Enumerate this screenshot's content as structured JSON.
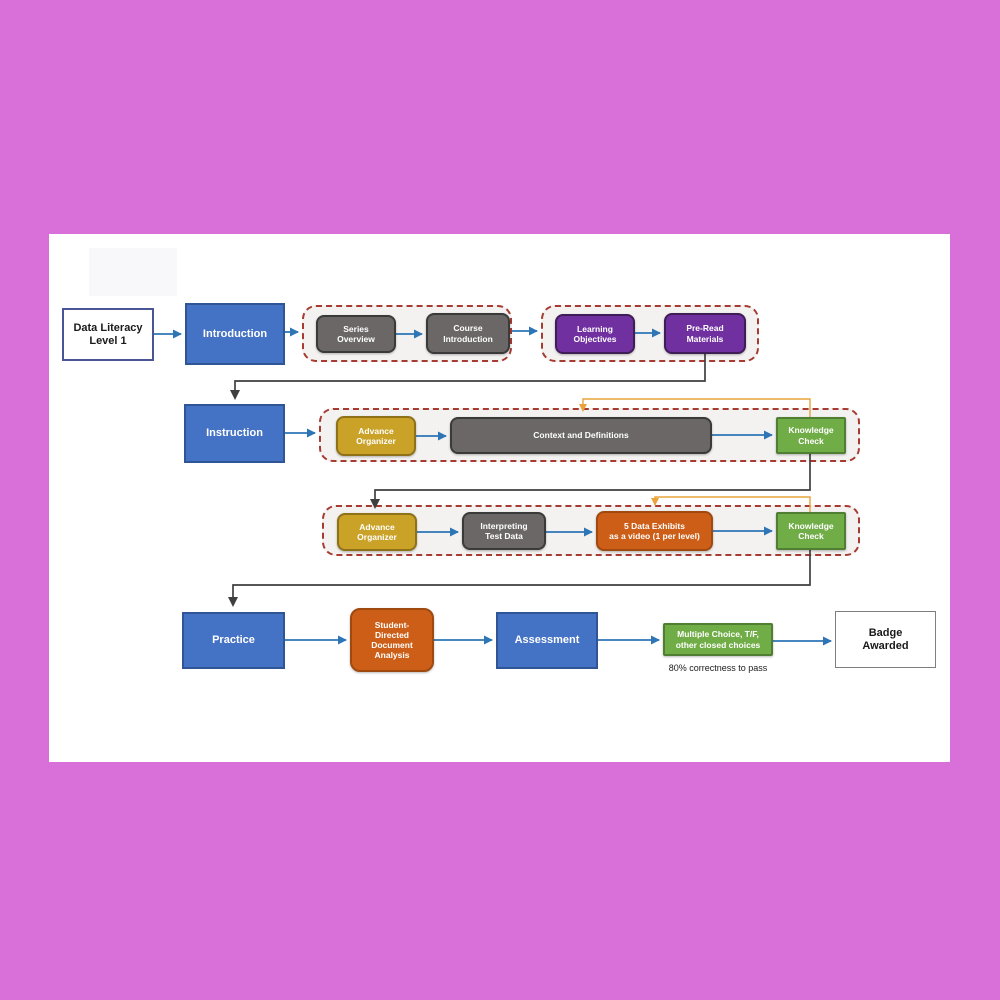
{
  "nodes": {
    "start": "Data Literacy Level 1",
    "introduction": "Introduction",
    "series_overview": "Series Overview",
    "course_introduction": "Course Introduction",
    "learning_objectives": "Learning Objectives",
    "pre_read_materials": "Pre-Read Materials",
    "instruction": "Instruction",
    "advance_organizer_1": "Advance Organizer",
    "context_and_definitions": "Context and Definitions",
    "knowledge_check_1": "Knowledge Check",
    "advance_organizer_2": "Advance Organizer",
    "interpreting_test_data": "Interpreting Test Data",
    "data_exhibits_line1": "5 Data Exhibits",
    "data_exhibits_line2": "as a video (1 per level)",
    "knowledge_check_2": "Knowledge Check",
    "practice": "Practice",
    "student_directed": "Student-Directed Document Analysis",
    "assessment": "Assessment",
    "multiple_choice": "Multiple Choice, T/F, other closed choices",
    "badge_awarded": "Badge Awarded"
  },
  "notes": {
    "pass_criterion": "80% correctness to pass"
  },
  "colors": {
    "background": "#d970da",
    "canvas": "#ffffff",
    "phase_blue_fill": "#4472c4",
    "phase_blue_border": "#2f5597",
    "gray_fill": "#6b6767",
    "purple_fill": "#7030a0",
    "gold_fill": "#c9a227",
    "orange_fill": "#cc5e17",
    "green_fill": "#70ad47",
    "green_border": "#507e32",
    "group_fill": "#f3f2f1",
    "group_dashed_border": "#a63b32",
    "arrow_blue": "#2e75b6",
    "connector_dark": "#3f3f3f",
    "feedback_loop_orange": "#e8a33c"
  }
}
